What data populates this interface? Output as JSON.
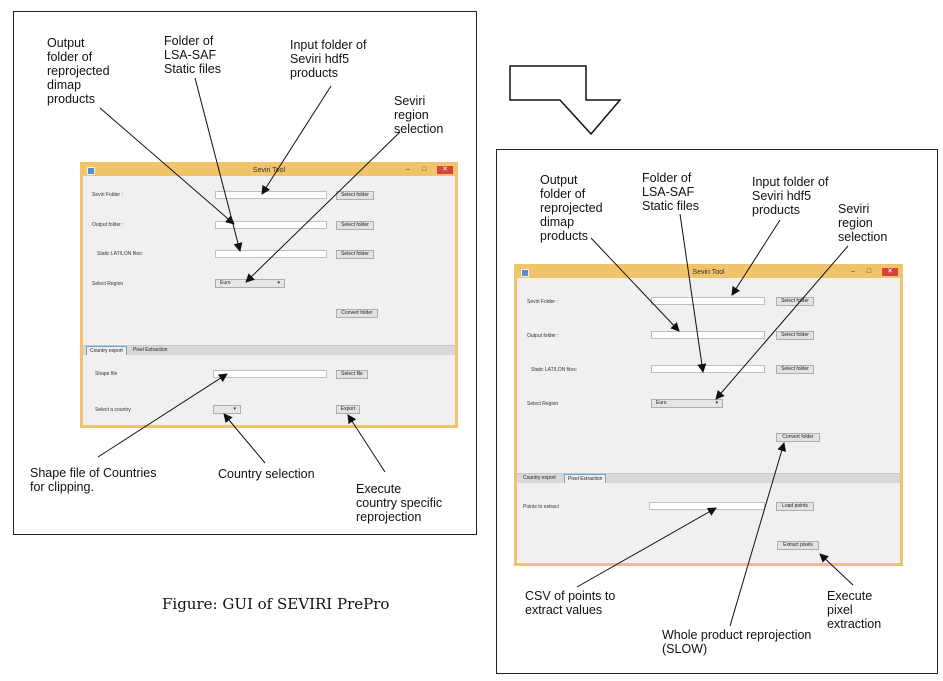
{
  "window_title": "Seviri Tool",
  "window_controls": {
    "minimize": "–",
    "maximize": "□",
    "close": "✕"
  },
  "form": {
    "seviri_folder_label": "Seviri Folder :",
    "output_folder_label": "Output folder :",
    "static_files_label": "Static LAT/LON files:",
    "select_region_label": "Select Region",
    "select_folder_button": "Select folder",
    "region_value": "Euro",
    "convert_button": "Convert folder"
  },
  "tabs": {
    "country_export": "Country export",
    "pixel_extraction": "Pixel Extraction"
  },
  "country_tab": {
    "shape_file_label": "Shape file",
    "select_file_button": "Select file",
    "select_country_label": "Select a country",
    "export_button": "Export"
  },
  "pixel_tab": {
    "points_label": "Points to extract",
    "load_points_button": "Load points",
    "extract_button": "Extract pixels"
  },
  "annotations": {
    "output_folder": [
      "Output",
      "folder of",
      "reprojected",
      "dimap",
      "products"
    ],
    "static_folder": [
      "Folder of",
      "LSA-SAF",
      "Static files"
    ],
    "input_folder": [
      "Input folder of",
      "Seviri hdf5",
      "products"
    ],
    "region": [
      "Seviri",
      "region",
      "selection"
    ],
    "shape_file": [
      "Shape file of Countries",
      "for clipping."
    ],
    "country_selection": [
      "Country selection"
    ],
    "execute_country": [
      "Execute",
      "country specific",
      "reprojection"
    ],
    "csv_points": [
      "CSV of points to",
      "extract values"
    ],
    "whole_product": [
      "Whole product reprojection",
      "(SLOW)"
    ],
    "execute_pixel": [
      "Execute",
      "pixel",
      "extraction"
    ]
  },
  "caption": "Figure: GUI of SEVIRI PrePro"
}
